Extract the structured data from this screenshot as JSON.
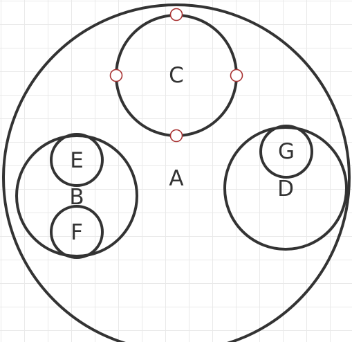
{
  "diagram": {
    "shapes": [
      {
        "id": "A",
        "label": "A"
      },
      {
        "id": "B",
        "label": "B"
      },
      {
        "id": "C",
        "label": "C"
      },
      {
        "id": "D",
        "label": "D"
      },
      {
        "id": "E",
        "label": "E"
      },
      {
        "id": "F",
        "label": "F"
      },
      {
        "id": "G",
        "label": "G"
      }
    ],
    "containment": [
      {
        "parent": "A",
        "children": [
          "B",
          "C",
          "D"
        ]
      },
      {
        "parent": "B",
        "children": [
          "E",
          "F"
        ]
      },
      {
        "parent": "D",
        "children": [
          "G"
        ]
      }
    ],
    "selected_shape": "C",
    "stroke_color": "#333333",
    "handle_color": "#a83232"
  }
}
